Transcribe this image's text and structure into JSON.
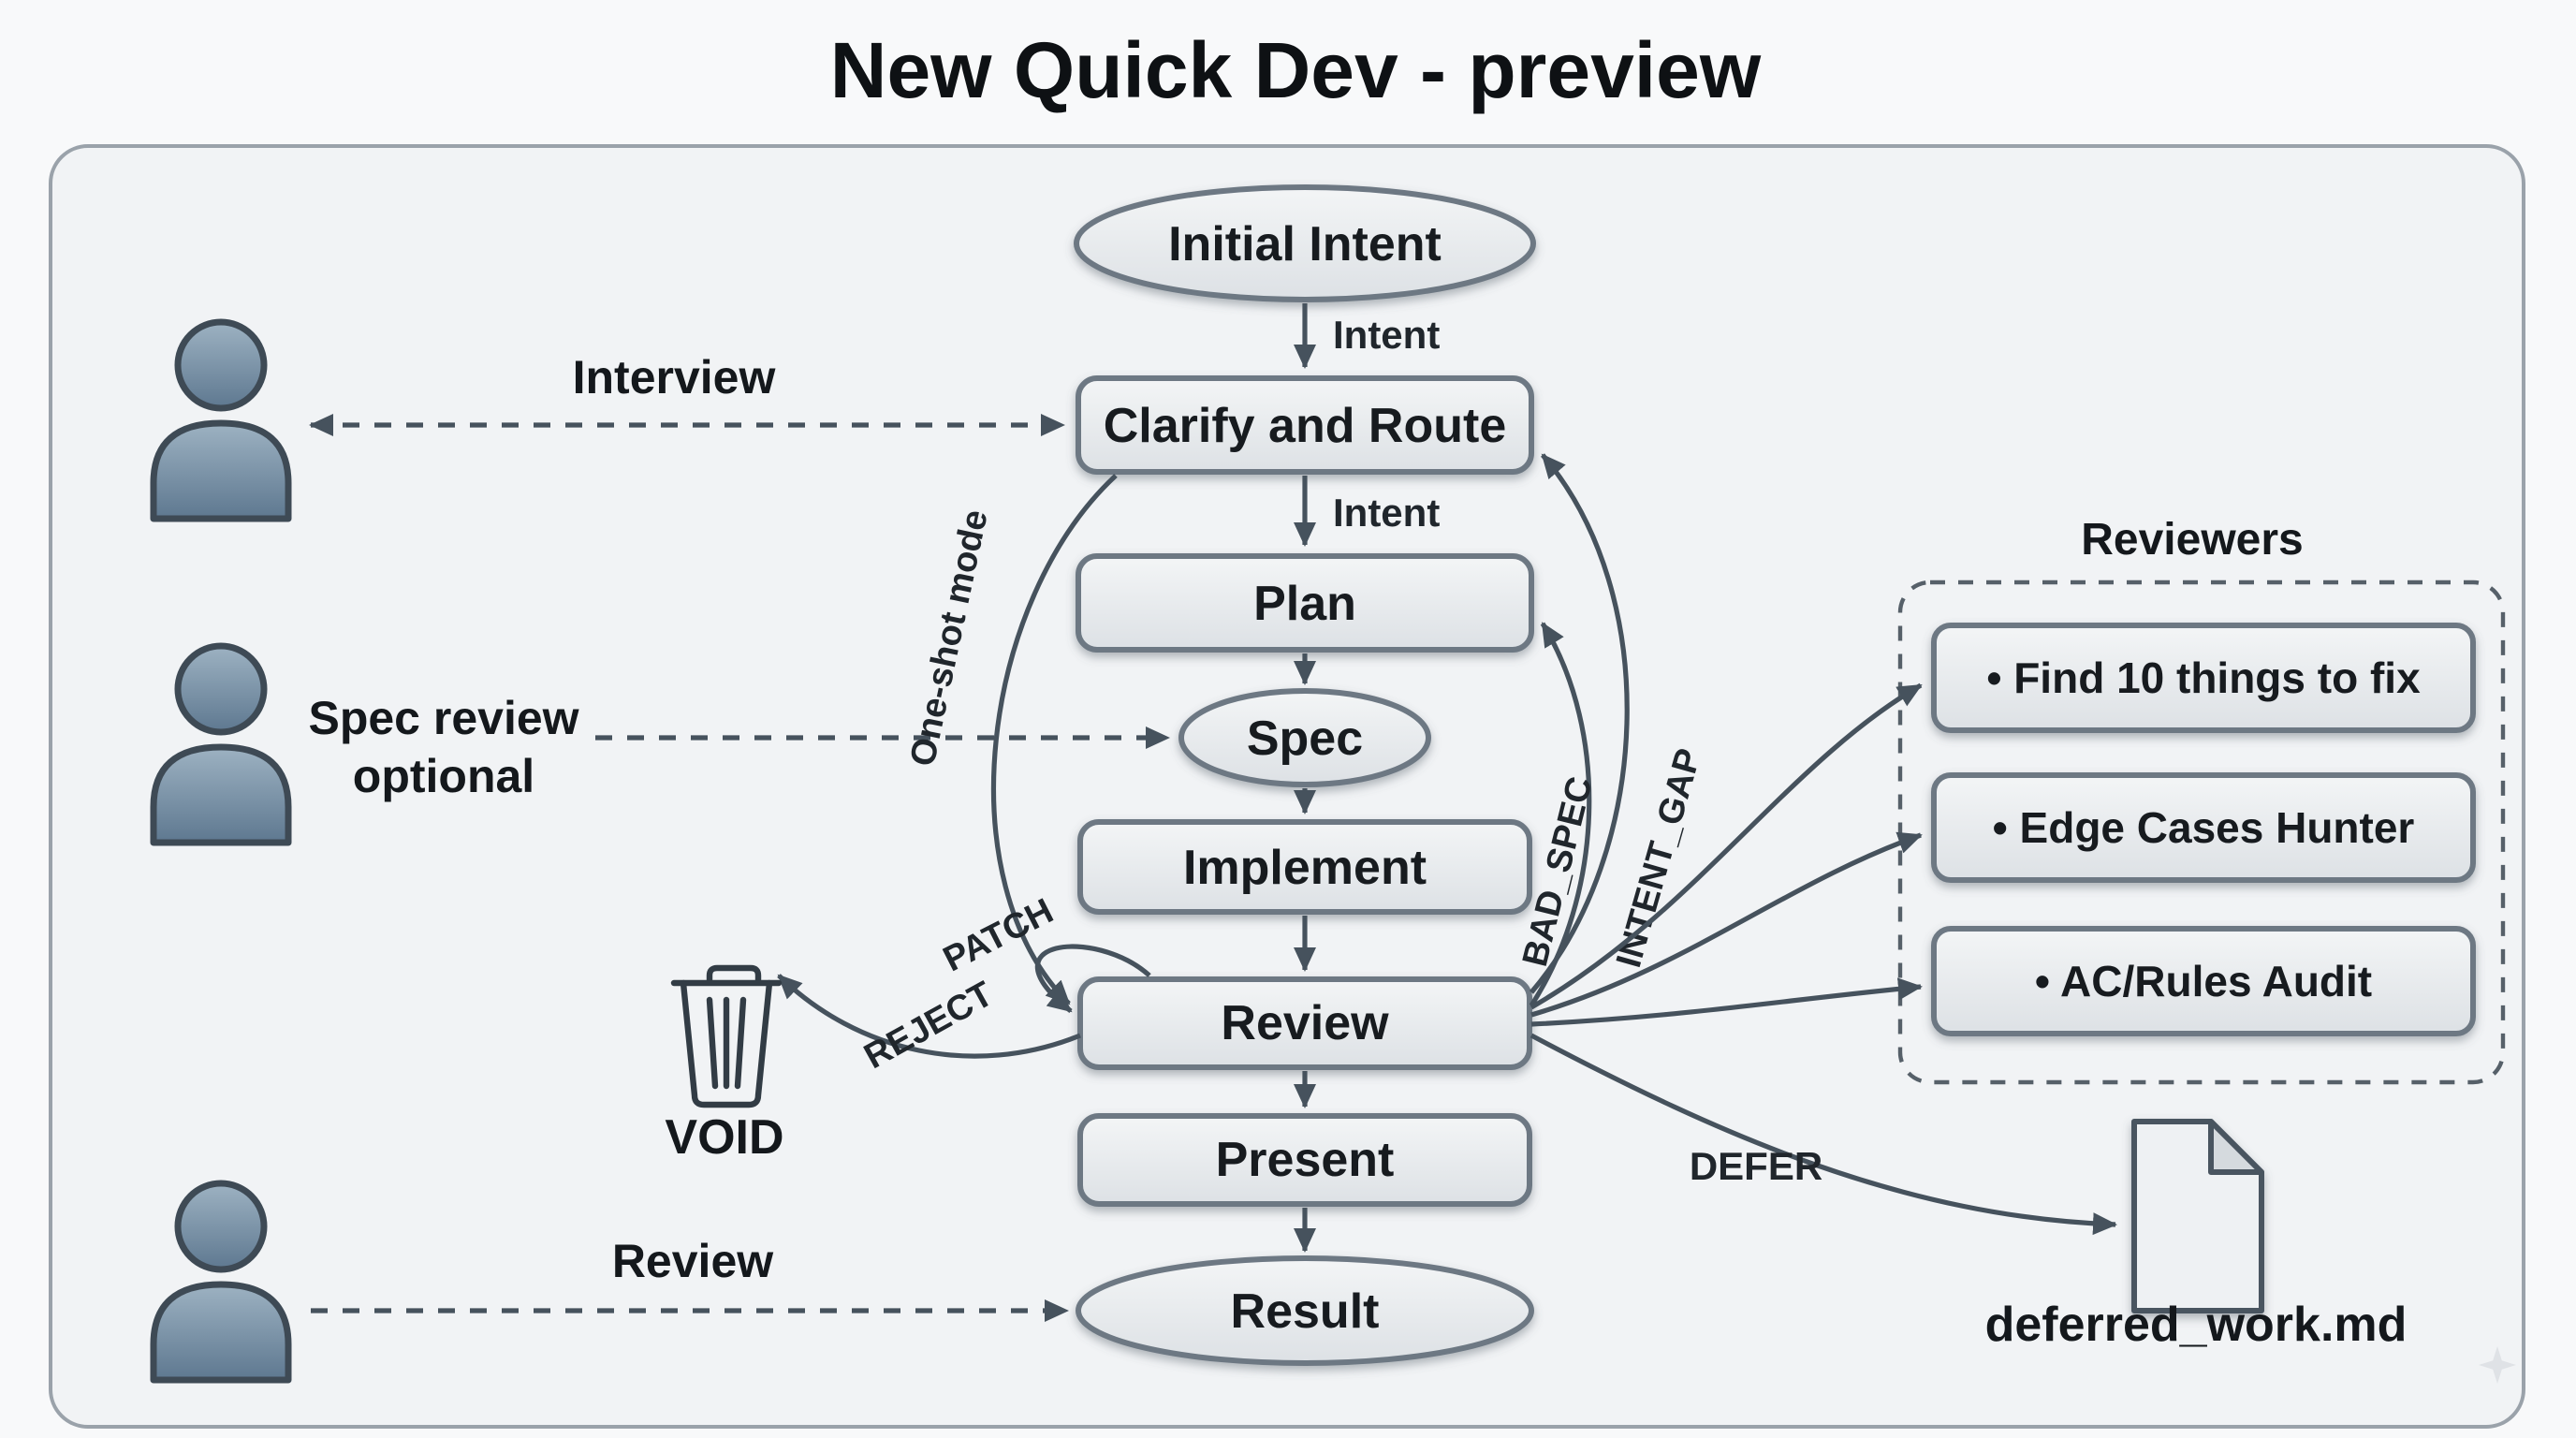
{
  "title": "New Quick Dev - preview",
  "flow": {
    "initial_intent": "Initial Intent",
    "clarify": "Clarify and Route",
    "plan": "Plan",
    "spec": "Spec",
    "implement": "Implement",
    "review": "Review",
    "present": "Present",
    "result": "Result"
  },
  "edges": {
    "intent": "Intent",
    "one_shot": "One-shot mode",
    "patch": "PATCH",
    "reject": "REJECT",
    "bad_spec": "BAD_SPEC",
    "intent_gap": "INTENT_GAP",
    "defer": "DEFER"
  },
  "actors": {
    "interview": "Interview",
    "spec_review_line1": "Spec review",
    "spec_review_line2": "optional",
    "review": "Review"
  },
  "void": {
    "label": "VOID"
  },
  "reviewers": {
    "title": "Reviewers",
    "items": [
      "•  Find 10 things to fix",
      "•  Edge Cases Hunter",
      "•  AC/Rules Audit"
    ]
  },
  "deferred": {
    "filename": "deferred_work.md"
  },
  "colors": {
    "arrow": "#46525d",
    "node_fill_top": "#f3f5f6",
    "node_fill_bottom": "#dde1e5",
    "node_border": "#6d7883",
    "person_fill": "#7d95a8",
    "panel_fill": "#f1f3f5",
    "page_background": "#f8f9fa"
  }
}
